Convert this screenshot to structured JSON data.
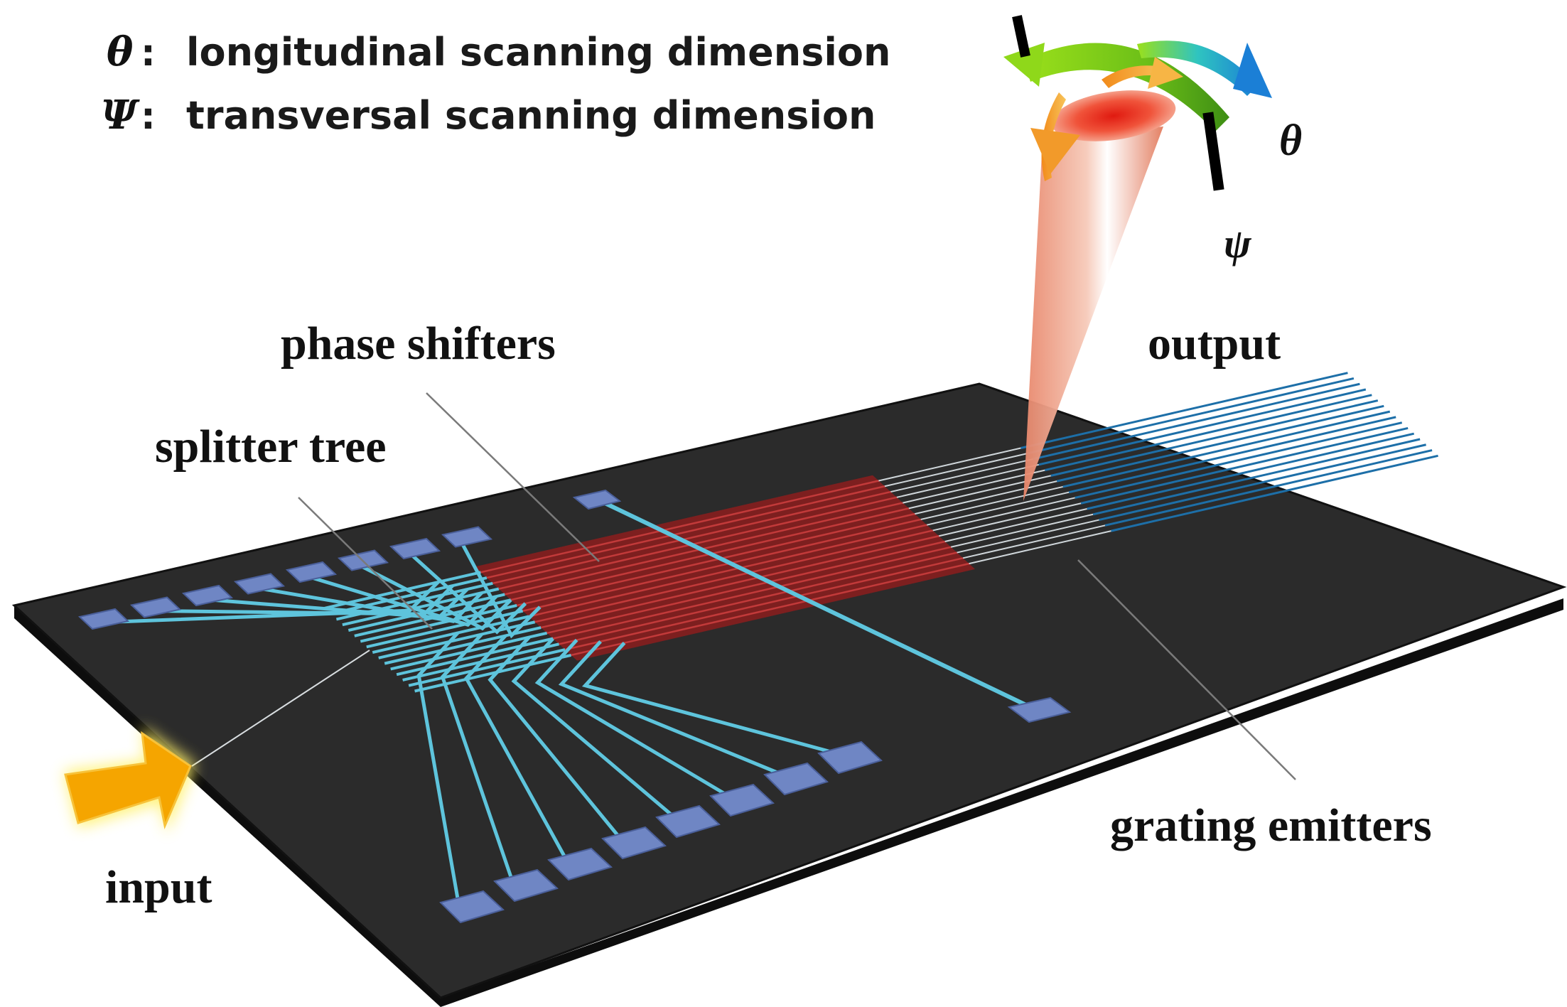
{
  "legend": {
    "theta": {
      "symbol": "θ",
      "colon": ":",
      "text": "longitudinal scanning dimension"
    },
    "psi": {
      "symbol": "Ψ",
      "colon": ":",
      "text": "transversal scanning dimension"
    }
  },
  "labels": {
    "phase_shifters": "phase shifters",
    "splitter_tree": "splitter tree",
    "output": "output",
    "grating_emitters": "grating emitters",
    "input": "input",
    "theta": "θ",
    "psi": "ψ"
  },
  "colors": {
    "chip": "#2b2b2b",
    "chip_edge": "#111111",
    "waveguide": "#5ec4dc",
    "pad": "#6f86c4",
    "phase_shifter": "#7d1f1f",
    "emitter": "#1d6fa8",
    "input_arrow": "#f5a500",
    "leader": "#7a7a7a"
  },
  "icons": {
    "input_arrow": "arrow-right-icon",
    "beam": "beam-cone-icon",
    "scan_arrows": "curved-arrows-icon"
  }
}
